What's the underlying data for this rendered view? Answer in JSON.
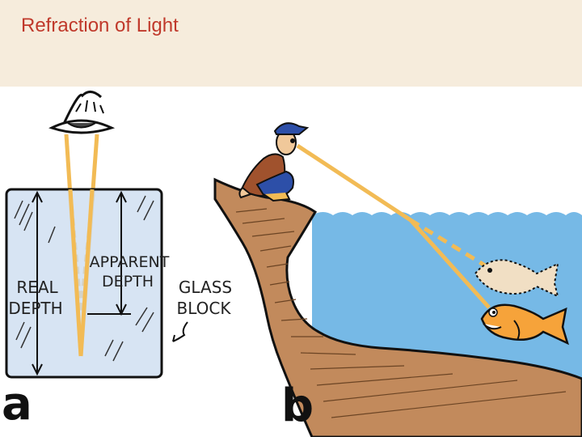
{
  "header": {
    "title": "Refraction of Light"
  },
  "diagram_a": {
    "panel_label": "a",
    "real_depth": [
      "REAL",
      "DEPTH"
    ],
    "apparent_depth": [
      "APPARENT",
      "DEPTH"
    ],
    "glass_block": [
      "GLASS",
      "BLOCK"
    ]
  },
  "diagram_b": {
    "panel_label": "b"
  },
  "colors": {
    "header_bg": "#f6ecdc",
    "title": "#c0392b",
    "glass": "#c9dbef",
    "water": "#76b9e6",
    "ground": "#c28a5c",
    "light_ray": "#f2bb55",
    "real_fish": "#f6a33a",
    "apparent_fish": "#f1dfc4"
  }
}
